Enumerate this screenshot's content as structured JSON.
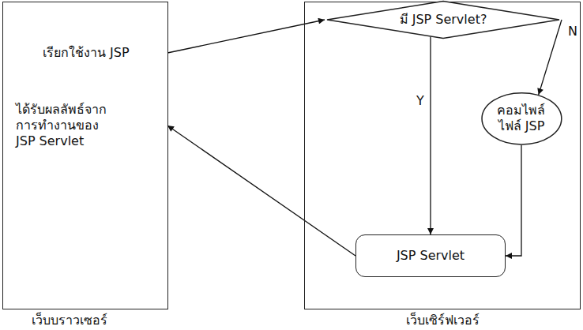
{
  "diagram": {
    "nodes": [
      {
        "text": [
          "เว็บบราวเซอร์"
        ]
      },
      {
        "text": [
          "เรียกใช้งาน JSP"
        ],
        "in": 0
      },
      {
        "text": [
          "ได้รับผลลัพธ์จาก การทำงานของ JSP Servlet"
        ],
        "in": 0
      },
      {
        "text": [
          "เว็บเซิร์ฟเวอร์"
        ]
      },
      {
        "text": [
          "มี JSP Servlet?"
        ],
        "in": 3
      },
      {
        "text": [
          "คอมไพล์ ไฟล์ JSP"
        ],
        "in": 3
      },
      {
        "text": [
          "JSP Servlet"
        ],
        "in": 3
      }
    ],
    "edges": [
      {
        "from": 1,
        "to": 4,
        "arrow": "to"
      },
      {
        "from": 4,
        "to": 5,
        "label": "N",
        "arrow": "to"
      },
      {
        "from": 4,
        "to": 6,
        "label": "Y",
        "arrow": "to"
      },
      {
        "from": 5,
        "to": 6,
        "arrow": "to"
      },
      {
        "from": 6,
        "to": 2,
        "arrow": "to"
      }
    ]
  }
}
